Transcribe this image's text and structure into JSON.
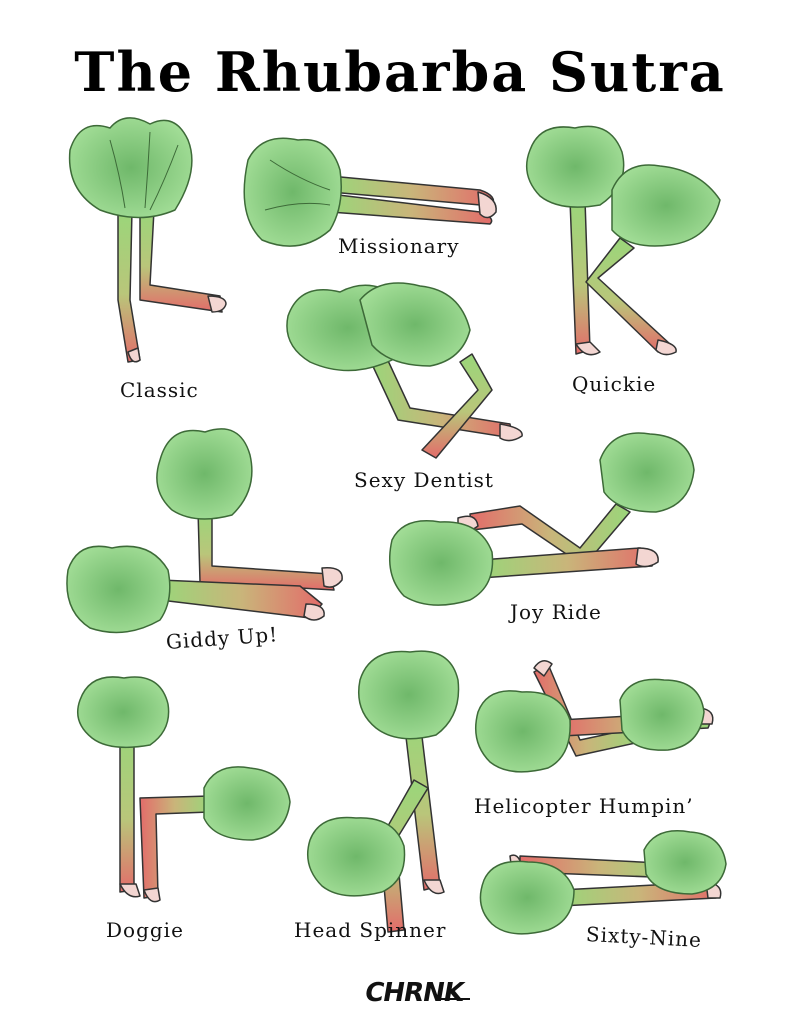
{
  "title": "The Rhubarba Sutra",
  "colors": {
    "stalk_red": "#e36c6a",
    "stalk_green": "#8fcf6a",
    "leaf": "#8ed48a",
    "leaf_dark": "#4f8f4a",
    "tip": "#f3d6d2"
  },
  "positions": [
    {
      "label": "Classic"
    },
    {
      "label": "Missionary"
    },
    {
      "label": "Quickie"
    },
    {
      "label": "Sexy Dentist"
    },
    {
      "label": "Giddy Up!"
    },
    {
      "label": "Joy Ride"
    },
    {
      "label": "Doggie"
    },
    {
      "label": "Head Spinner"
    },
    {
      "label": "Helicopter Humpin’"
    },
    {
      "label": "Sixty-Nine"
    }
  ],
  "signature": "CHRNK"
}
